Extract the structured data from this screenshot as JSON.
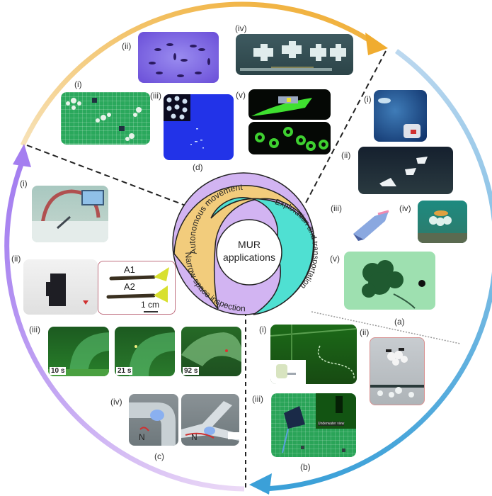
{
  "figure": {
    "center": {
      "title_line1": "MUR",
      "title_line2": "applications",
      "panel_label": "(d)",
      "segments": [
        {
          "label": "Autonomous movement",
          "color": "#f2cc7c"
        },
        {
          "label": "Exploration and transportation",
          "color": "#4fe0d2"
        },
        {
          "label": "Narrow space inspection",
          "color": "#d2b4f2"
        }
      ]
    },
    "ring_colors": {
      "orange": "#f0b040",
      "orange_light": "#f7dca8",
      "blue": "#4aa6dc",
      "blue_light": "#b7d6ee",
      "purple": "#a47ef0",
      "purple_light": "#e6d2f4"
    },
    "sections": {
      "d": {
        "label": "(d)",
        "subpanels": [
          "(i)",
          "(ii)",
          "(iii)",
          "(iv)",
          "(v)"
        ]
      },
      "a": {
        "label": "(a)",
        "subpanels": [
          "(i)",
          "(ii)",
          "(iii)",
          "(iv)",
          "(v)"
        ]
      },
      "b": {
        "label": "(b)",
        "subpanels": [
          "(i)",
          "(ii)",
          "(iii)"
        ],
        "inset_caption": "Underwater view"
      },
      "c": {
        "label": "(c)",
        "subpanels": [
          "(i)",
          "(ii)",
          "(iii)",
          "(iv)"
        ],
        "specimen_labels": [
          "A1",
          "A2"
        ],
        "scale_bar": "1 cm",
        "timestamps": [
          "10 s",
          "21 s",
          "92 s"
        ],
        "magnet_labels": [
          "N",
          "N"
        ]
      }
    }
  }
}
